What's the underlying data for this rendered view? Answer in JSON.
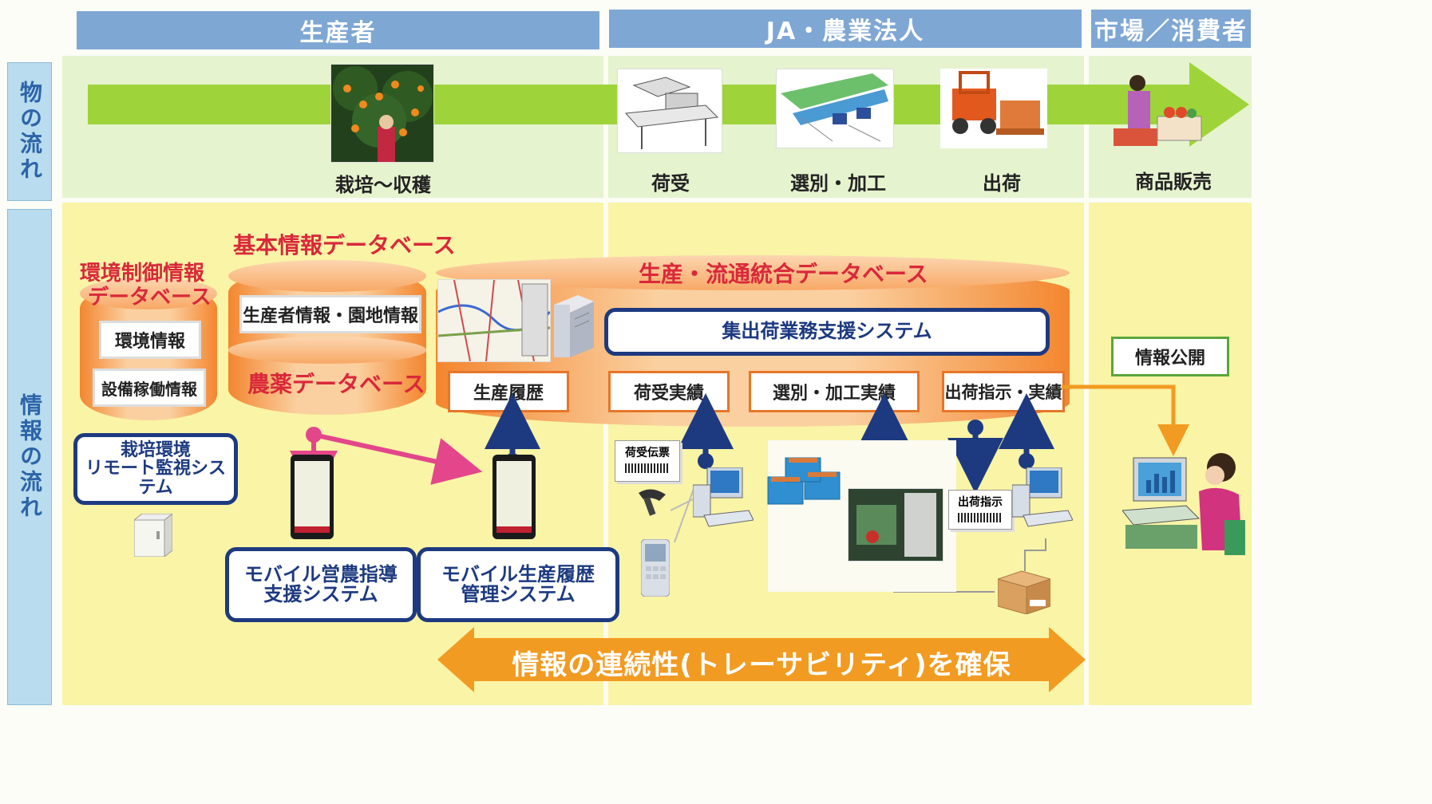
{
  "headers": {
    "producer": "生産者",
    "ja": "JA・農業法人",
    "market": "市場／消費者"
  },
  "side": {
    "goods_flow": "物の流れ",
    "info_flow": "情報の流れ"
  },
  "stages": {
    "cultivation": "栽培～収穫",
    "receiving": "荷受",
    "sorting": "選別・加工",
    "shipping": "出荷",
    "sales": "商品販売"
  },
  "databases": {
    "env_db_title_1": "環境制御情報",
    "env_db_title_2": "データベース",
    "env_info": "環境情報",
    "equip_info": "設備稼働情報",
    "basic_db_title": "基本情報データベース",
    "producer_info": "生産者情報・園地情報",
    "pesticide_db": "農薬データベース",
    "integrated_db_title": "生産・流通統合データベース",
    "shipping_system": "集出荷業務支援システム",
    "production_history": "生産履歴",
    "receiving_results": "荷受実績",
    "sorting_results": "選別・加工実績",
    "shipping_results": "出荷指示・実績"
  },
  "systems": {
    "remote_1": "栽培環境",
    "remote_2": "リモート監視システム",
    "mobile_guidance_1": "モバイル営農指導",
    "mobile_guidance_2": "支援システム",
    "mobile_history_1": "モバイル生産履歴",
    "mobile_history_2": "管理システム"
  },
  "publish": "情報公開",
  "slips": {
    "receiving_slip": "荷受伝票",
    "shipping_order": "出荷指示"
  },
  "traceability": "情報の連続性(トレーサビリティ)を確保",
  "colors": {
    "header_blue": "#7fa7d4",
    "goods_band": "#e6f3cf",
    "info_band": "#f9f4a6",
    "arrow_green": "#9ed43a",
    "db_orange": "#f3862f",
    "title_red": "#d9283a",
    "system_navy": "#1d3a80",
    "trace_arrow": "#f29b22"
  },
  "icons": [
    "orange-tree-photo",
    "receiving-machine-photo",
    "sorting-line-photo",
    "forklift-photo",
    "shopper-photo",
    "map-screen-icon",
    "server-icon",
    "mobile-phone-icon",
    "pc-icon",
    "barcode-scanner-icon",
    "handheld-terminal-icon",
    "crates-icon",
    "sorting-machine-photo",
    "cardboard-box-icon",
    "consumer-at-pc-icon",
    "cabinet-icon"
  ]
}
